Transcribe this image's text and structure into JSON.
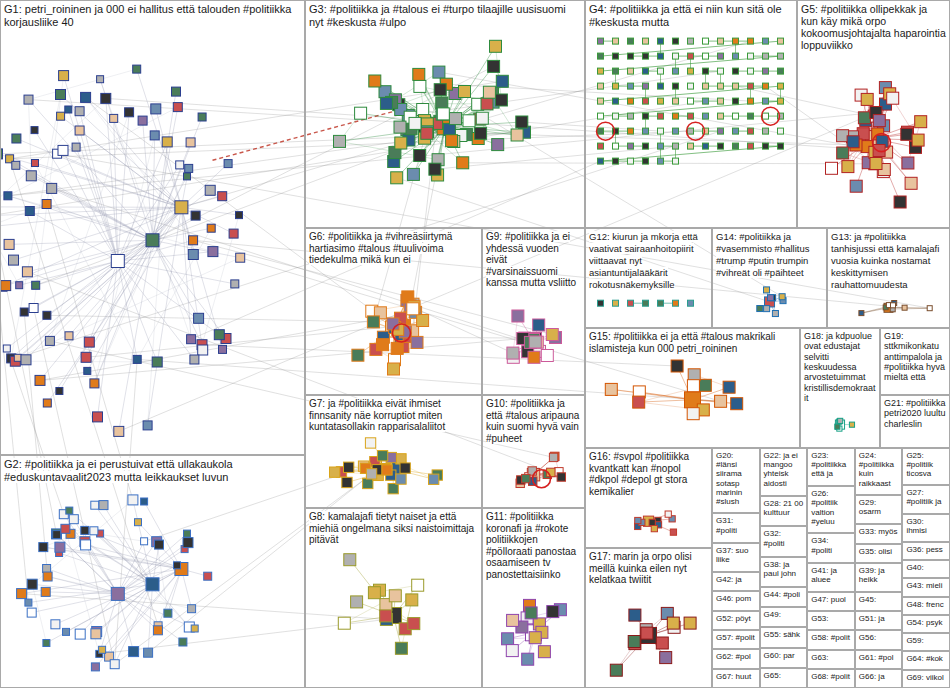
{
  "diagram": {
    "nodes": [
      {
        "text": [
          "G1: petri_roininen ja 000 ei hallitus että talouden #politiikka korjausliike 40"
        ]
      },
      {
        "text": [
          "G2: #politiikka ja ei perustuivat että ullakaukola #eduskuntavaalit2023 mutta leikkaukset luvun"
        ]
      },
      {
        "text": [
          "G3: #politiikka ja #talous ei #turpo tilaajille uusisuomi nyt #keskusta #ulpo"
        ]
      },
      {
        "text": [
          "G4: #politiikka ja että ei niin kun sitä ole #keskusta mutta"
        ]
      },
      {
        "text": [
          "G5: #politiikka ollipekkak ja kun käy mikä orpo kokoomusjohtajalta haparointia loppuviikko"
        ]
      },
      {
        "text": [
          "G6: #politiikka ja #vihreäsiirtymä hartiasimo #talous #tuulivoima tiedekulma mikä kun ei"
        ]
      },
      {
        "text": [
          "G7: ja #politiikka eivät ihmiset finnsanity näe korruptiot miten kuntatasollakin rapparisalaliitot"
        ]
      },
      {
        "text": [
          "G8: kamalajafi tietyt naiset ja että miehiä ongelmana siksi naistoimittaja pitävät"
        ]
      },
      {
        "text": [
          "G9: #politiikka ja ei yhdessä vuoden eivät #varsinaissuomi kanssa mutta vsliitto"
        ]
      },
      {
        "text": [
          "G10: #politiikka ja että #talous aripauna kuin suomi hyvä vain #puheet"
        ]
      },
      {
        "text": [
          "G11: #politiikka koronafi ja #rokote politiikkojen #pölloraati panostaa osaamiseen tv panostettaisiinko"
        ]
      },
      {
        "text": [
          "G12: kiurun ja mkorja että vaativat sairaanhoitopiirit viittaavat nyt asiantuntijalääkärit rokotusnäkemyksille"
        ]
      },
      {
        "text": [
          "G13: ja #politiikka tanhisjussi että kamalajafi vuosia kuinka nostamat keskittymisen rauhattomuudesta"
        ]
      },
      {
        "text": [
          "G14: #politiikka ja #vasemmisto #hallitus #trump #putin trumpin #vihreät oli #päihteet"
        ]
      },
      {
        "text": [
          "G15: #politiikka ei ja että #talous makrikali islamisteja kun 000 petri_roininen"
        ]
      },
      {
        "text": [
          "G16: #svpol #politiikka kvantkatt kan #nopol #dkpol #depol gt stora kemikalier"
        ]
      },
      {
        "text": [
          "G17: marin ja orpo olisi meillä kuinka eilen nyt kelatkaa twiitit"
        ]
      },
      {
        "text": [
          "G18: ja kdpuolue ovat edustajat selvitti keskuudessa arvostetuimmat kristillisdemokraatit"
        ]
      },
      {
        "text": [
          "G19: sttkmikonkatu anttimpalola ja #politiikka hyvä mieltä että"
        ]
      },
      {
        "text": [
          "G20: #länsi siirama sotasp marinin #slush"
        ]
      },
      {
        "text": [
          "G21: #politiikka petri2020 luultu charleslin"
        ]
      },
      {
        "text": [
          "G22: ja ei mangoo yhteisk aidosti"
        ]
      },
      {
        "text": [
          "G23: #politiikka että ja"
        ]
      },
      {
        "text": [
          "G24: #politiikka kuin raikkaast"
        ]
      },
      {
        "text": [
          "G25: #politiik ticosva"
        ]
      },
      {
        "text": [
          "G26: #politiik valtion #yeluu"
        ]
      },
      {
        "text": [
          "G27: #politiik ja"
        ]
      },
      {
        "text": [
          "G28: 21 00 kulttuur"
        ]
      },
      {
        "text": [
          "G29: osarm"
        ]
      },
      {
        "text": [
          "G30: ihmisi"
        ]
      },
      {
        "text": [
          "G31: #politi"
        ]
      },
      {
        "text": [
          "G32: #politi"
        ]
      },
      {
        "text": [
          "G33: myös"
        ]
      },
      {
        "text": [
          "G34: #politi"
        ]
      },
      {
        "text": [
          "G35: olisi"
        ]
      },
      {
        "text": [
          "G36: pess"
        ]
      },
      {
        "text": [
          "G37: suo liike"
        ]
      },
      {
        "text": [
          "G38: ja paul john"
        ]
      },
      {
        "text": [
          "G39: ja heikk"
        ]
      },
      {
        "text": [
          "G40:"
        ]
      },
      {
        "text": [
          "G41: ja aluee"
        ]
      },
      {
        "text": [
          "G42: ja"
        ]
      },
      {
        "text": [
          "G43: mieli"
        ]
      },
      {
        "text": [
          "G44: #poli"
        ]
      },
      {
        "text": [
          "G45:"
        ]
      },
      {
        "text": [
          "G46: pom"
        ]
      },
      {
        "text": [
          "G47: puol"
        ]
      },
      {
        "text": [
          "G48: frenc"
        ]
      },
      {
        "text": [
          "G49:"
        ]
      },
      {
        "text": [
          "G51: ja"
        ]
      },
      {
        "text": [
          "G52: pöyt"
        ]
      },
      {
        "text": [
          "G53:"
        ]
      },
      {
        "text": [
          "G54: psyk"
        ]
      },
      {
        "text": [
          "G55: sähk"
        ]
      },
      {
        "text": [
          "G56:"
        ]
      },
      {
        "text": [
          "G57: #polit"
        ]
      },
      {
        "text": [
          "G58: #polit"
        ]
      },
      {
        "text": [
          "G59:"
        ]
      },
      {
        "text": [
          "G60: par"
        ]
      },
      {
        "text": [
          "G61: #pol"
        ]
      },
      {
        "text": [
          "G62: #pol"
        ]
      },
      {
        "text": [
          "G63:"
        ]
      },
      {
        "text": [
          "G64: #kok"
        ]
      },
      {
        "text": [
          "G65:"
        ]
      },
      {
        "text": [
          "G66: ja"
        ]
      },
      {
        "text": [
          "G67: huut"
        ]
      },
      {
        "text": [
          "G68: #polit"
        ]
      },
      {
        "text": [
          "G69: viikol"
        ]
      }
    ]
  }
}
